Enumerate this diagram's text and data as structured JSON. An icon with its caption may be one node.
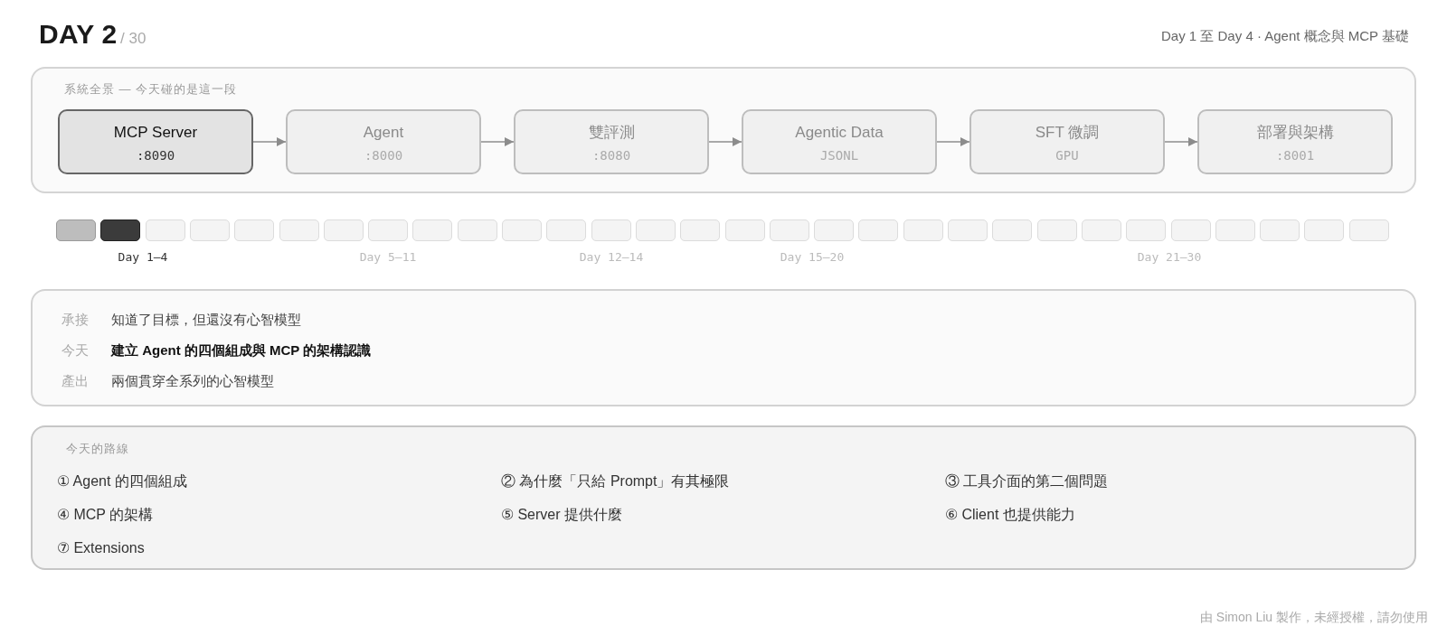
{
  "diagram": {
    "title": "DAY 2",
    "nodes": [
      {
        "text": [
          "系統全景 — 今天碰的是這一段"
        ]
      },
      {
        "text": [
          "MCP Server",
          ":8090"
        ],
        "in": 0
      },
      {
        "text": [
          "Agent",
          ":8000"
        ],
        "in": 0
      },
      {
        "text": [
          "雙評測",
          ":8080"
        ],
        "in": 0
      },
      {
        "text": [
          "Agentic Data",
          "JSONL"
        ],
        "in": 0
      },
      {
        "text": [
          "SFT 微調",
          "GPU"
        ],
        "in": 0
      },
      {
        "text": [
          "部署與架構",
          ":8001"
        ],
        "in": 0
      },
      {
        "text": [
          "承接",
          "知道了目標，但還沒有心智模型",
          "今天",
          "建立 Agent 的四個組成與 MCP 的架構認識",
          "產出",
          "兩個貫穿全系列的心智模型"
        ]
      },
      {
        "text": [
          "今天的路線",
          "① Agent 的四個組成",
          "② 為什麼「只給 Prompt」有其極限",
          "③ 工具介面的第二個問題",
          "④ MCP 的架構",
          "⑤ Server 提供什麼",
          "⑥ Client 也提供能力",
          "⑦ Extensions"
        ]
      }
    ],
    "edges": [
      {
        "from": 1,
        "to": 2,
        "arrow": "to"
      },
      {
        "from": 2,
        "to": 3,
        "arrow": "to"
      },
      {
        "from": 3,
        "to": 4,
        "arrow": "to"
      },
      {
        "from": 4,
        "to": 5,
        "arrow": "to"
      },
      {
        "from": 5,
        "to": 6,
        "arrow": "to"
      }
    ],
    "labels": [
      "/ 30",
      "Day 1 至 Day 4 · Agent 概念與 MCP 基礎",
      "Day 1–4",
      "Day 5–11",
      "Day 12–14",
      "Day 15–20",
      "Day 21–30",
      "由 Simon Liu 製作，未經授權，請勿使用"
    ]
  }
}
